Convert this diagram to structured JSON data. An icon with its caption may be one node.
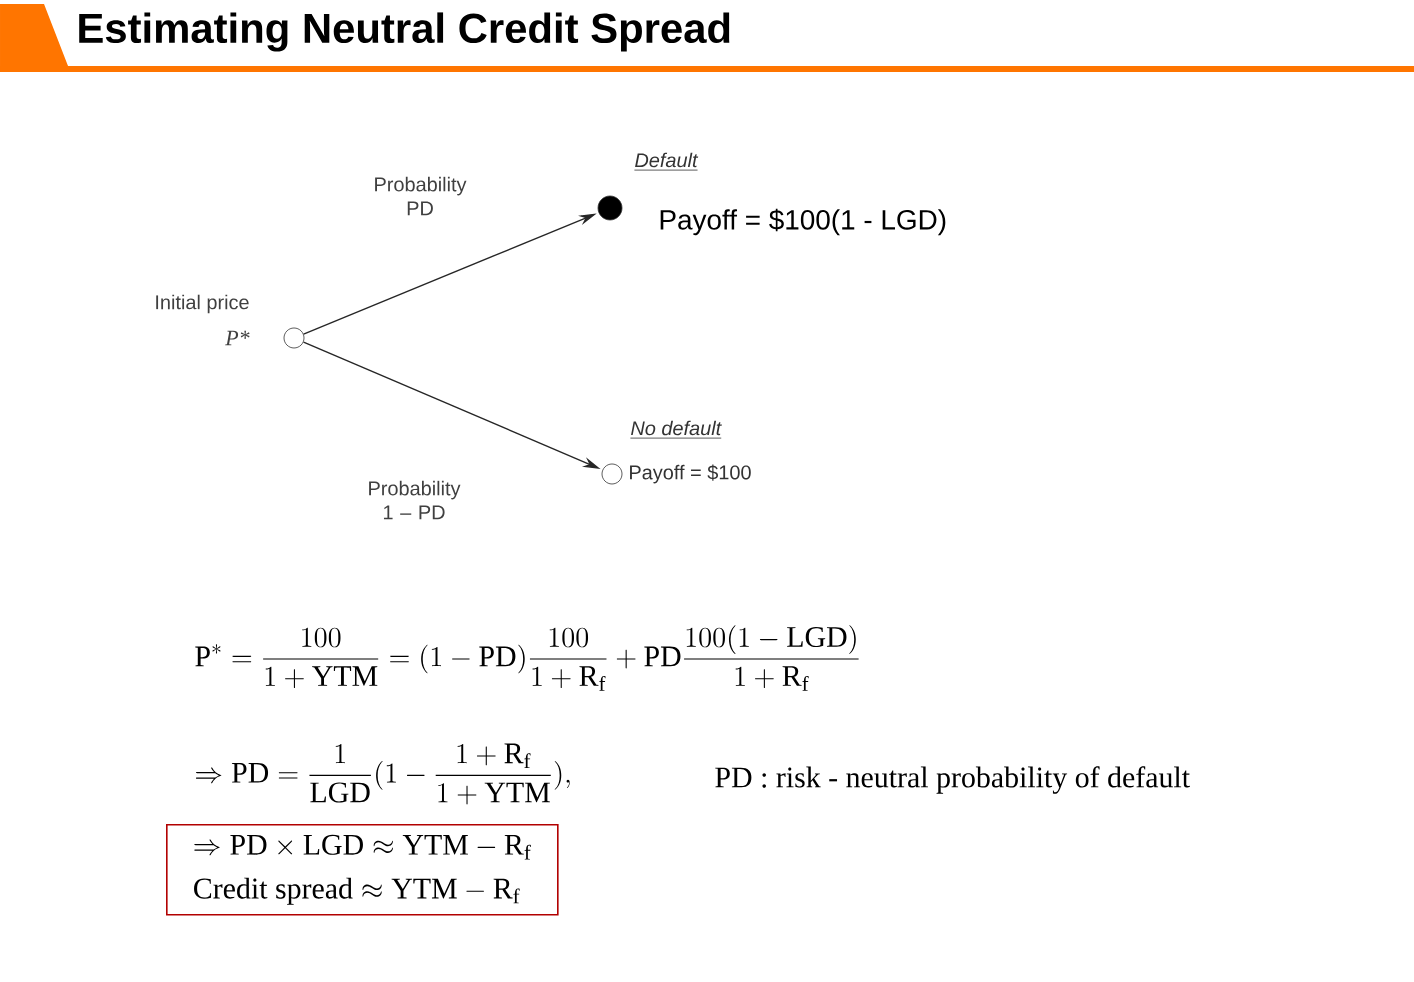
{
  "diagram": {
    "title": "Estimating Neutral Credit Spread",
    "nodes": [
      {
        "text": [],
        "shape": "circle",
        "beside": [
          "Initial price",
          "P*"
        ]
      },
      {
        "text": [],
        "shape": "circle",
        "beside": [
          "Default",
          "Payoff = $100(1 - LGD)"
        ]
      },
      {
        "text": [],
        "shape": "circle",
        "beside": [
          "No default",
          "Payoff = $100"
        ]
      },
      {
        "text": [
          "\\Rightarrow \\mathrm{PD}\\times\\mathrm{LGD}\\approx\\mathrm{YTM}-\\mathrm{R}_{\\mathrm{f}}",
          "\\text{Credit spread}\\approx\\mathrm{YTM}-\\mathrm{R}_{\\mathrm{f}}"
        ]
      }
    ],
    "edges": [
      {
        "from": 0,
        "to": 1,
        "arrow": "to",
        "label": "Probability PD"
      },
      {
        "from": 0,
        "to": 2,
        "arrow": "to",
        "label": "Probability 1 – PD"
      }
    ],
    "labels": [
      "\\mathrm{P}^{*}=\\frac{100}{1+\\mathrm{YTM}}=(1-\\mathrm{PD})\\frac{100}{1+\\mathrm{R}_{\\mathrm{f}}}+\\mathrm{PD}\\frac{100(1-\\mathrm{LGD})}{1+\\mathrm{R}_{\\mathrm{f}}}",
      "\\Rightarrow \\mathrm{PD}=\\frac{1}{\\mathrm{LGD}}(1-\\frac{1+\\mathrm{R}_{\\mathrm{f}}}{1+\\mathrm{YTM}}),",
      "PD : risk - neutral probability of default"
    ]
  }
}
